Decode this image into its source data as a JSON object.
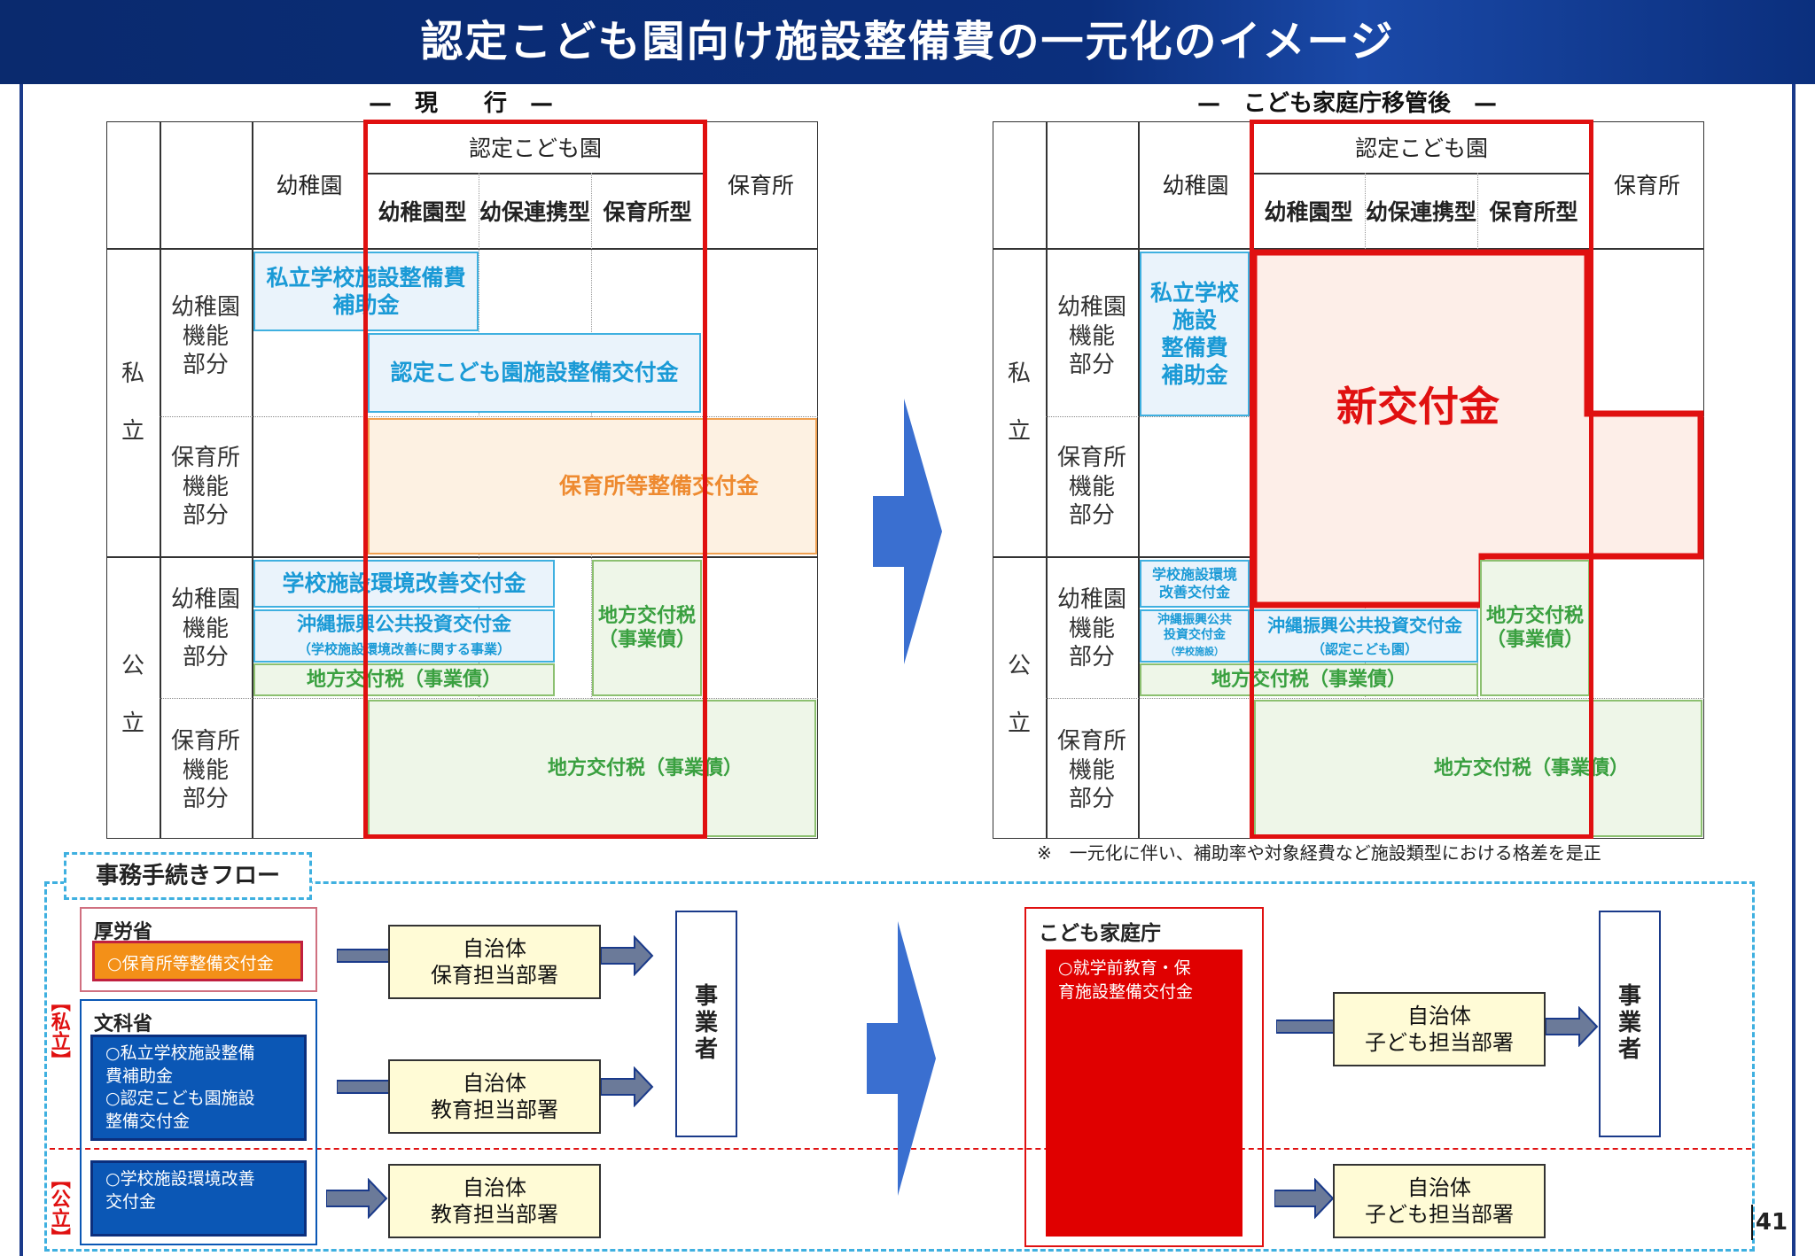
{
  "header": {
    "title": "認定こども園向け施設整備費の一元化のイメージ"
  },
  "left_panel": {
    "heading": "—　現　　行　—",
    "col_headers": {
      "kindergarten": "幼稚園",
      "kodomoen": "認定こども園",
      "nursery": "保育所",
      "type_k": "幼稚園型",
      "type_link": "幼保連携型",
      "type_n": "保育所型"
    },
    "row_headers": {
      "private": "私\n\n立",
      "public": "公\n\n立",
      "k_part": "幼稚園\n機能\n部分",
      "n_part": "保育所\n機能\n部分"
    },
    "funds": {
      "private_school": "私立学校施設整備費\n補助金",
      "kodomoen_grant": "認定こども園施設整備交付金",
      "nursery_grant": "保育所等整備交付金",
      "school_env": "学校施設環境改善交付金",
      "okinawa": "沖縄振興公共投資交付金",
      "okinawa_sub": "（学校施設環境改善に関する事業）",
      "local_tax_k": "地方交付税（事業債）",
      "local_tax_n": "地方交付税\n（事業債）",
      "local_tax_bottom": "地方交付税（事業債）"
    }
  },
  "right_panel": {
    "heading": "—　こども家庭庁移管後　—",
    "col_headers": {
      "kindergarten": "幼稚園",
      "kodomoen": "認定こども園",
      "nursery": "保育所",
      "type_k": "幼稚園型",
      "type_link": "幼保連携型",
      "type_n": "保育所型"
    },
    "row_headers": {
      "private": "私\n\n立",
      "public": "公\n\n立",
      "k_part": "幼稚園\n機能\n部分",
      "n_part": "保育所\n機能\n部分"
    },
    "funds": {
      "private_school": "私立学校\n施設\n整備費\n補助金",
      "new_grant": "新交付金",
      "school_env": "学校施設環境\n改善交付金",
      "okinawa_small": "沖縄振興公共\n投資交付金",
      "okinawa_small_sub": "（学校施設）",
      "okinawa": "沖縄振興公共投資交付金",
      "okinawa_sub": "（認定こども園）",
      "local_tax_k": "地方交付税（事業債）",
      "local_tax_n": "地方交付税\n（事業債）",
      "local_tax_bottom": "地方交付税（事業債）"
    },
    "note": "※　一元化に伴い、補助率や対象経費など施設類型における格差を是正"
  },
  "flow": {
    "title": "事務手続きフロー",
    "private_label": "【私立】",
    "public_label": "【公立】",
    "mhlw": "厚労省",
    "mhlw_grant": "○保育所等整備交付金",
    "mext": "文科省",
    "mext_grants": "○私立学校施設整備\n費補助金\n○認定こども園施設\n整備交付金",
    "public_grant": "○学校施設環境改善\n交付金",
    "dept_nursery": "自治体\n保育担当部署",
    "dept_edu": "自治体\n教育担当部署",
    "dept_edu2": "自治体\n教育担当部署",
    "operator": "事\n業\n者",
    "agency": "こども家庭庁",
    "agency_grant": "○就学前教育・保\n育施設整備交付金",
    "dept_child": "自治体\n子ども担当部署",
    "dept_child2": "自治体\n子ども担当部署",
    "operator2": "事\n業\n者"
  },
  "page_number": "41",
  "colors": {
    "navy": "#0b2f7d",
    "red": "#e01010",
    "blue": "#3fb0e0",
    "orange": "#f0a050",
    "green": "#8cc070"
  }
}
